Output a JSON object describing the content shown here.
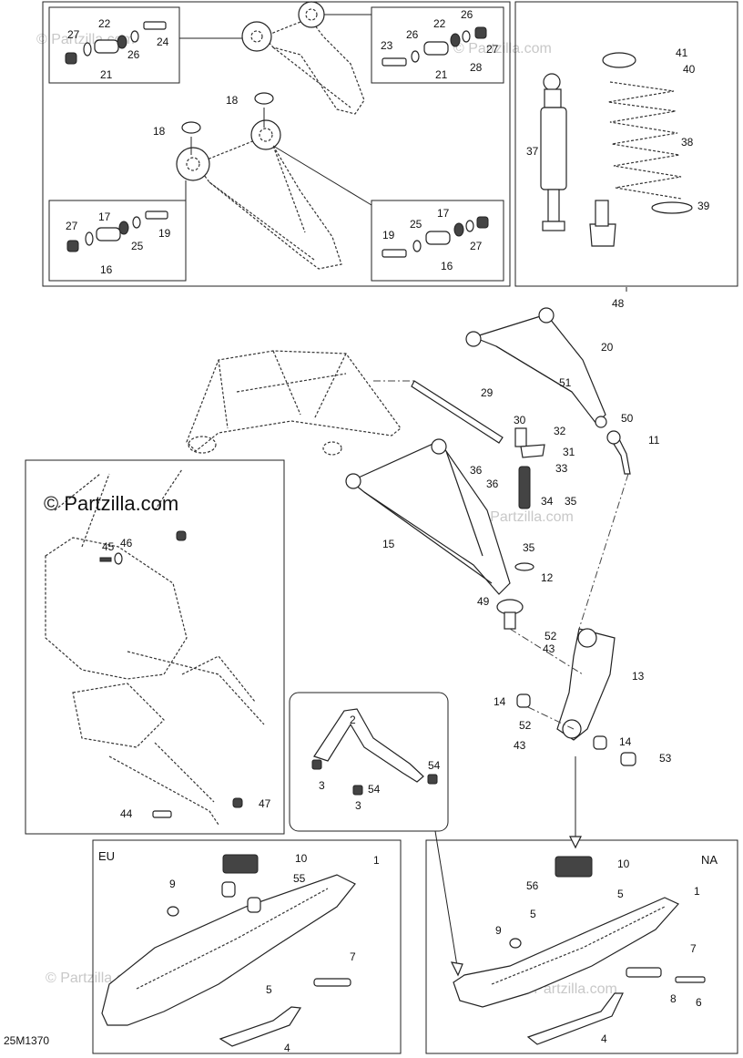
{
  "diagram": {
    "drawing_code": "25M1370",
    "watermark": "© Partzilla.com",
    "regions": {
      "eu": "EU",
      "na": "NA"
    },
    "callouts": {
      "c27a": "27",
      "c22a": "22",
      "c24": "24",
      "c26a": "26",
      "c21a": "21",
      "c22b": "22",
      "c26b": "26",
      "c23": "23",
      "c26c": "26",
      "c27b": "27",
      "c28": "28",
      "c21b": "21",
      "c18a": "18",
      "c18b": "18",
      "c27c": "27",
      "c17a": "17",
      "c19a": "19",
      "c25a": "25",
      "c16a": "16",
      "c17b": "17",
      "c19b": "19",
      "c25b": "25",
      "c27d": "27",
      "c16b": "16",
      "c41": "41",
      "c40": "40",
      "c37": "37",
      "c38": "38",
      "c39": "39",
      "c48": "48",
      "c20": "20",
      "c29": "29",
      "c51": "51",
      "c50": "50",
      "c11": "11",
      "c30": "30",
      "c32": "32",
      "c31": "31",
      "c36a": "36",
      "c33": "33",
      "c36b": "36",
      "c34": "34",
      "c35a": "35",
      "c15": "15",
      "c35b": "35",
      "c12": "12",
      "c49": "49",
      "c52a": "52",
      "c43a": "43",
      "c13": "13",
      "c14a": "14",
      "c52b": "52",
      "c43b": "43",
      "c14b": "14",
      "c53": "53",
      "c45": "45",
      "c46": "46",
      "c44": "44",
      "c47": "47",
      "c2": "2",
      "c3a": "3",
      "c54a": "54",
      "c3b": "3",
      "c54b": "54",
      "c10a": "10",
      "c1a": "1",
      "c9a": "9",
      "c55": "55",
      "c7a": "7",
      "c5a": "5",
      "c4a": "4",
      "c10b": "10",
      "c1b": "1",
      "c56": "56",
      "c5b": "5",
      "c5c": "5",
      "c9b": "9",
      "c7b": "7",
      "c8": "8",
      "c6": "6",
      "c4b": "4"
    }
  }
}
